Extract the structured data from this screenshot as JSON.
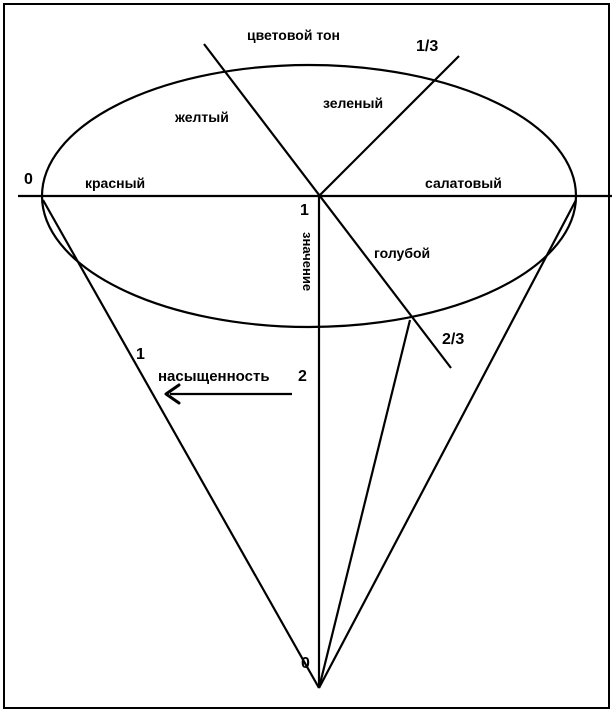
{
  "diagram": {
    "labels": {
      "hue": "цветовой тон",
      "yellow": "желтый",
      "green": "зеленый",
      "red": "красный",
      "lime": "салатовый",
      "cyan": "голубой",
      "value_vertical": "значение",
      "saturation": "насыщенность",
      "zero_left": "0",
      "one_center": "1",
      "one_third": "1/3",
      "two_thirds": "2/3",
      "one_side": "1",
      "two_axis": "2",
      "zero_bottom": "0"
    }
  }
}
